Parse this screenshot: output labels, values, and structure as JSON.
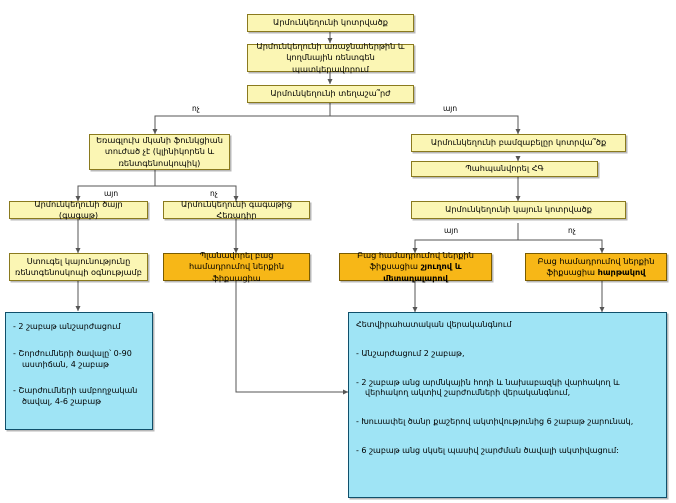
{
  "diagram": {
    "title": "Արմունկեղունի կոտրվածք",
    "nodes": {
      "n1": "Արմունկեղունի կոտրվածք",
      "n2": "Արմունկեղունի առաջնահերթին և կողմնային ռենտգեն պատկերավորում",
      "n3": "Արմունկեղունի տեղաշա՞րժ",
      "n4": "Եռագլուխ մկանի ֆունկցիան տուժած չէ (կլինիկորեն և ռենտգենոսկոպիկ)",
      "n5": "Արմունկեղունի բամզաբելըր կոտրվա՞ծք",
      "n6": "Պահպանվորել ՀԳ",
      "n7": "Արմունկեղունի ծայր (գագաթ)",
      "n8": "Արմունկեղունի գագաթից Հեռադիր",
      "n9": "Արմունկեղունի կայուն կոտրվածք",
      "n10": "Ստուգել կայունությունը ռենտգենոսկոպի օգնությամբ",
      "n11": "Պլանավորել բաց համադրումով ներքին ֆիքսացիա",
      "n12_a": "Բաց համադրումով ներքին ֆիքսացիա ",
      "n12_b": "շյուղով և մետաղալարով",
      "n13_a": "Բաց համադրումով ներքին ֆիքսացիա ",
      "n13_b": "հարթակով"
    },
    "outcome_left": {
      "items": [
        "- 2 շաբաթ անշարժացում",
        "- Շորժումների ծավալը՝ 0-90 աստիճան, 4 շաբաթ",
        "- Շարժումների ամբողջական ծավալ, 4-6 շաբաթ"
      ]
    },
    "outcome_right": {
      "heading": "Հետվիրահատական վերականգնում",
      "items": [
        "- Անշարժացում 2 շաբաթ,",
        "- 2 շաբաթ անց արմնկային հոդի և նախաբազկի վարհակող և վերհակող ակտիվ շարժումների վերականգնում,",
        "- Խուսափել ծանր քաշերով ակտիվությունից 6 շաբաթ շարունակ,",
        "- 6 շաբաթ անց սկսել պասիվ շարժման ծավալի ակտիվացում:"
      ]
    },
    "edge_labels": {
      "e1_no": "ոչ",
      "e1_yes": "այո",
      "e2_yes": "այո",
      "e2_no": "ոչ",
      "e3_yes": "այո",
      "e3_no": "ոչ"
    },
    "colors": {
      "yellow": "#fbf6b4",
      "orange": "#f7b717",
      "blue": "#9fe4f5",
      "line": "#555555"
    }
  }
}
